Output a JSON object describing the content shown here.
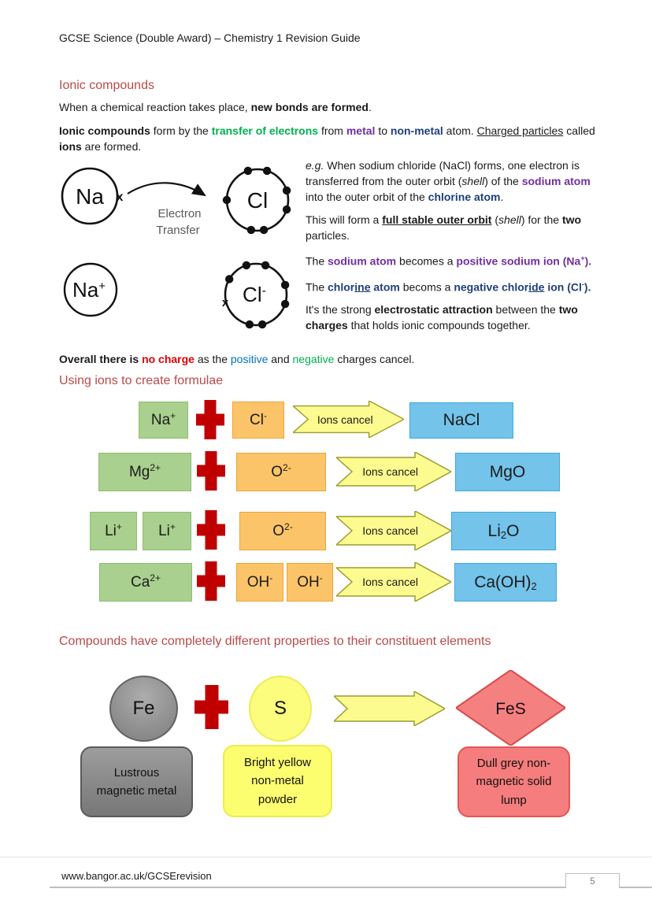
{
  "page": {
    "header": "GCSE Science (Double Award) – Chemistry 1 Revision Guide",
    "footer_url": "www.bangor.ac.uk/GCSErevision",
    "page_number": "5"
  },
  "intro": {
    "heading": "Ionic compounds",
    "p1": [
      "When a chemical reaction takes place, ",
      "new bonds are formed",
      "."
    ],
    "p2": [
      "Ionic compounds",
      " form by the ",
      "transfer of electrons",
      " from ",
      "metal",
      " to ",
      "non-metal",
      " atom. ",
      "Charged particles",
      " called ",
      "ions",
      " are formed."
    ]
  },
  "diagram": {
    "na": "Na",
    "cl": "Cl",
    "na_ion": {
      "base": "Na",
      "sup": "+"
    },
    "cl_ion": {
      "base": "Cl",
      "sup": "-"
    },
    "x_mark": "x",
    "arrow_label_1": "Electron",
    "arrow_label_2": "Transfer"
  },
  "explain": {
    "p1": [
      "e.g.",
      " When sodium chloride (NaCl) forms, one electron is transferred from the outer orbit (",
      "shell",
      ") of the ",
      "sodium atom",
      " into the outer orbit of the ",
      "chlorine atom",
      "."
    ],
    "p2": [
      "This will form a ",
      "full stable outer orbit",
      " (",
      "shell",
      ") for the ",
      "two",
      " particles."
    ],
    "p3": [
      "The ",
      "sodium atom",
      " becomes a ",
      "positive sodium ion (Na",
      "+",
      ")."
    ],
    "p4": [
      "The ",
      "chlor",
      "ine",
      " atom",
      " becoms a ",
      "negative chlor",
      "ide",
      " ion (Cl",
      "-",
      ")."
    ],
    "p5": [
      "It's the strong ",
      "electrostatic attraction",
      " between the ",
      "two charges",
      " that holds ionic compounds together."
    ],
    "overall": [
      "Overall there is ",
      "no charge",
      " as the ",
      "positive",
      " and ",
      "negative",
      " charges cancel."
    ]
  },
  "formulae": {
    "heading": "Using ions to create formulae",
    "arrow_label": "Ions cancel",
    "rows": [
      {
        "left": [
          {
            "base": "Na",
            "sup": "+"
          }
        ],
        "right": [
          {
            "base": "Cl",
            "sup": "-"
          }
        ],
        "result": {
          "pre": "NaCl",
          "sub": "",
          "post": ""
        }
      },
      {
        "left": [
          {
            "base": "Mg",
            "sup": "2+"
          }
        ],
        "right": [
          {
            "base": "O",
            "sup": "2-"
          }
        ],
        "result": {
          "pre": "MgO",
          "sub": "",
          "post": ""
        }
      },
      {
        "left": [
          {
            "base": "Li",
            "sup": "+"
          },
          {
            "base": "Li",
            "sup": "+"
          }
        ],
        "right": [
          {
            "base": "O",
            "sup": "2-"
          }
        ],
        "result": {
          "pre": "Li",
          "sub": "2",
          "post": "O"
        }
      },
      {
        "left": [
          {
            "base": "Ca",
            "sup": "2+"
          }
        ],
        "right": [
          {
            "base": "OH",
            "sup": "-"
          },
          {
            "base": "OH",
            "sup": "-"
          }
        ],
        "result": {
          "pre": "Ca(OH)",
          "sub": "2",
          "post": ""
        }
      }
    ]
  },
  "properties": {
    "heading": "Compounds have completely different properties to their constituent elements",
    "fe": "Fe",
    "s": "S",
    "fes": "FeS",
    "fe_desc": "Lustrous magnetic metal",
    "s_desc": "Bright yellow non-metal powder",
    "fes_desc": "Dull grey non-magnetic solid lump"
  }
}
